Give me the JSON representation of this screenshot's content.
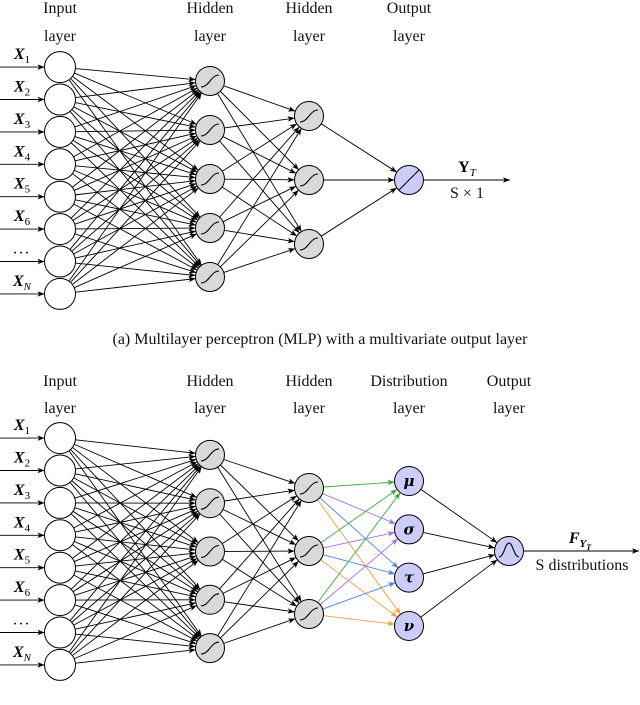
{
  "panel_a": {
    "headers": [
      {
        "line1": "Input",
        "line2": "layer"
      },
      {
        "line1": "Hidden",
        "line2": "layer"
      },
      {
        "line1": "Hidden",
        "line2": "layer"
      },
      {
        "line1": "Output",
        "line2": "layer"
      }
    ],
    "inputs": [
      {
        "base": "X",
        "sub": "1"
      },
      {
        "base": "X",
        "sub": "2"
      },
      {
        "base": "X",
        "sub": "3"
      },
      {
        "base": "X",
        "sub": "4"
      },
      {
        "base": "X",
        "sub": "5"
      },
      {
        "base": "X",
        "sub": "6"
      },
      {
        "base": "..."
      },
      {
        "base": "X",
        "sub": "N"
      }
    ],
    "hidden_1": [
      "sigmoid-icon",
      "sigmoid-icon",
      "sigmoid-icon",
      "sigmoid-icon",
      "sigmoid-icon"
    ],
    "hidden_2": [
      "sigmoid-icon",
      "sigmoid-icon",
      "sigmoid-icon"
    ],
    "output_node": [
      "linear-icon"
    ],
    "output_label": {
      "base": "Y",
      "sub": "T"
    },
    "output_dim": "S × 1",
    "caption": "(a) Multilayer perceptron (MLP) with a multivariate output layer"
  },
  "panel_b": {
    "headers": [
      {
        "line1": "Input",
        "line2": "layer"
      },
      {
        "line1": "Hidden",
        "line2": "layer"
      },
      {
        "line1": "Hidden",
        "line2": "layer"
      },
      {
        "line1": "Distribution",
        "line2": "layer"
      },
      {
        "line1": "Output",
        "line2": "layer"
      }
    ],
    "inputs": [
      {
        "base": "X",
        "sub": "1"
      },
      {
        "base": "X",
        "sub": "2"
      },
      {
        "base": "X",
        "sub": "3"
      },
      {
        "base": "X",
        "sub": "4"
      },
      {
        "base": "X",
        "sub": "5"
      },
      {
        "base": "X",
        "sub": "6"
      },
      {
        "base": "..."
      },
      {
        "base": "X",
        "sub": "N"
      }
    ],
    "hidden_1": [
      "sigmoid-icon",
      "sigmoid-icon",
      "sigmoid-icon",
      "sigmoid-icon",
      "sigmoid-icon"
    ],
    "hidden_2": [
      "sigmoid-icon",
      "sigmoid-icon",
      "sigmoid-icon"
    ],
    "distribution": [
      {
        "symbol": "μ"
      },
      {
        "symbol": "σ"
      },
      {
        "symbol": "τ"
      },
      {
        "symbol": "ν"
      }
    ],
    "output_node": [
      "bell-curve-icon"
    ],
    "output_label": {
      "base": "F",
      "sub": "Y",
      "subsub": "T"
    },
    "output_text": "S distributions"
  },
  "colors": {
    "node_input": "#ffffff",
    "node_hidden": "#d9d9d9",
    "node_output": "#ccccf8",
    "edge": "#000000",
    "param_edges": [
      "#3aaa3a",
      "#a070f0",
      "#5080f0",
      "#f0a040"
    ]
  }
}
